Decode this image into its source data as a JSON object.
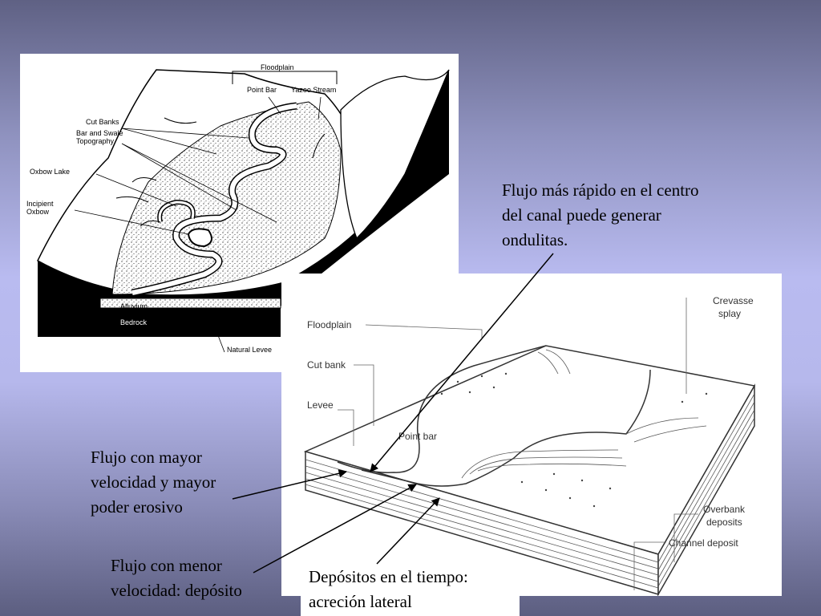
{
  "top_diagram": {
    "labels": {
      "floodplain": "Floodplain",
      "point_bar": "Point Bar",
      "yazoo_stream": "Yazoo Stream",
      "cut_banks": "Cut Banks",
      "bar_swale_1": "Bar and Swale",
      "bar_swale_2": "Topography",
      "oxbow_lake": "Oxbow Lake",
      "incipient_1": "Incipient",
      "incipient_2": "Oxbow",
      "alluvium": "Alluvium",
      "bedrock": "Bedrock",
      "natural_levee": "Natural Levee"
    }
  },
  "bottom_diagram": {
    "labels": {
      "floodplain": "Floodplain",
      "cut_bank": "Cut bank",
      "levee": "Levee",
      "point_bar": "Point bar",
      "crevasse_1": "Crevasse",
      "crevasse_2": "splay",
      "overbank_1": "Overbank",
      "overbank_2": "deposits",
      "channel_deposit": "Channel deposit"
    }
  },
  "notes": {
    "top": [
      "Flujo más rápido en el centro",
      "del canal puede generar",
      "ondulitas."
    ],
    "left": [
      "Flujo con mayor",
      "velocidad y mayor",
      "poder erosivo"
    ],
    "lower": [
      "Flujo con menor",
      "velocidad: depósito"
    ],
    "box": [
      "Depósitos en el tiempo:",
      "acreción lateral"
    ]
  }
}
